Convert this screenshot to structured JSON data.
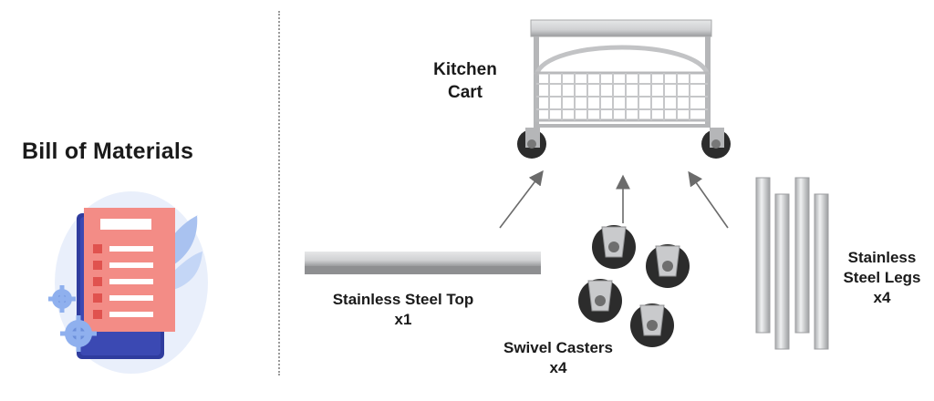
{
  "title": "Bill of Materials",
  "product": {
    "name_line1": "Kitchen",
    "name_line2": "Cart"
  },
  "components": [
    {
      "name": "Stainless Steel Top",
      "qty": "x1"
    },
    {
      "name": "Swivel Casters",
      "qty": "x4"
    },
    {
      "name_line1": "Stainless",
      "name_line2": "Steel Legs",
      "qty": "x4"
    }
  ],
  "colors": {
    "bom_icon_sheet": "#f38c86",
    "bom_icon_board": "#2f3c9e",
    "bom_icon_gear": "#8fb0ee",
    "steel_light": "#d9dadb",
    "steel_dark": "#8e8f91",
    "arrow": "#6b6b6b",
    "wheel": "#2c2c2c"
  }
}
